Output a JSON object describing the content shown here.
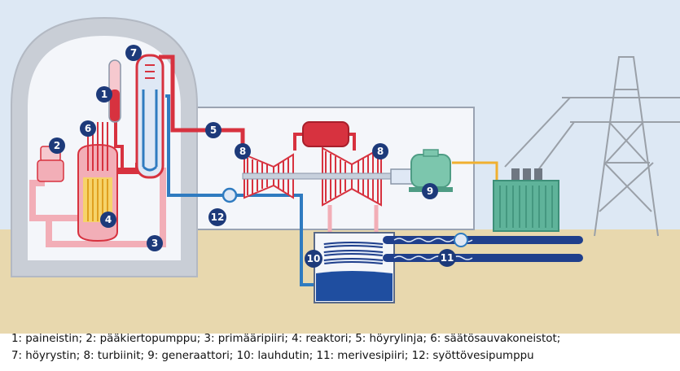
{
  "colors": {
    "sky": "#dde8f4",
    "ground": "#e8d8ae",
    "containment": "#c9ced6",
    "building": "#eef1f6",
    "primary": "#d7323f",
    "primary_light": "#f2aeb7",
    "secondary": "#2f7bc0",
    "seawater": "#1f3f8c",
    "badge": "#1d3a7a",
    "generator": "#7cc6ad",
    "transformer": "#5fb39a",
    "grid_line": "#f0b030",
    "pylon": "#9aa0a8"
  },
  "components": [
    {
      "id": "paineistin",
      "number": "1"
    },
    {
      "id": "paakiertopumppu",
      "number": "2"
    },
    {
      "id": "primaaripiiri",
      "number": "3"
    },
    {
      "id": "reaktori",
      "number": "4"
    },
    {
      "id": "hoyrylinja",
      "number": "5"
    },
    {
      "id": "saatosauvakoneistot",
      "number": "6"
    },
    {
      "id": "hoyrystin",
      "number": "7"
    },
    {
      "id": "turbiini-hp",
      "number": "8"
    },
    {
      "id": "turbiini-lp",
      "number": "8"
    },
    {
      "id": "generaattori",
      "number": "9"
    },
    {
      "id": "lauhdutin",
      "number": "10"
    },
    {
      "id": "merivesipiiri",
      "number": "11"
    },
    {
      "id": "syottovesipumppu",
      "number": "12"
    }
  ],
  "legend": {
    "line1": "1: paineistin; 2: pääkiertopumppu; 3: primääripiiri; 4: reaktori; 5: höyrylinja; 6: säätösauvakoneistot;",
    "line2": "7: höyrystin; 8: turbiinit; 9: generaattori; 10: lauhdutin; 11: merivesipiiri; 12: syöttövesipumppu"
  }
}
